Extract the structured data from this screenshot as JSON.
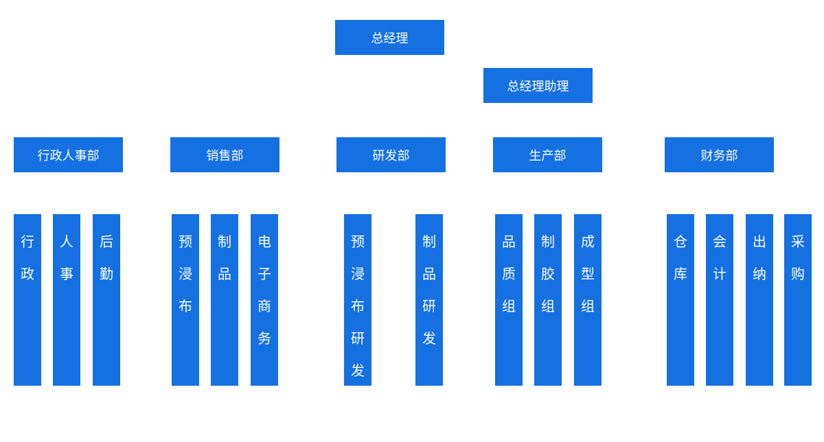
{
  "top": {
    "gm": "总经理",
    "assistant": "总经理助理"
  },
  "departments": [
    {
      "name": "行政人事部",
      "subs": [
        "行政",
        "人事",
        "后勤"
      ]
    },
    {
      "name": "销售部",
      "subs": [
        "预浸布",
        "制品",
        "电子商务"
      ]
    },
    {
      "name": "研发部",
      "subs": [
        "预浸布研发",
        "制品研发"
      ]
    },
    {
      "name": "生产部",
      "subs": [
        "品质组",
        "制胶组",
        "成型组"
      ]
    },
    {
      "name": "财务部",
      "subs": [
        "仓库",
        "会计",
        "出纳",
        "采购"
      ]
    }
  ],
  "colors": {
    "box": "#1570e2",
    "text": "#ffffff",
    "background": "#ffffff"
  }
}
